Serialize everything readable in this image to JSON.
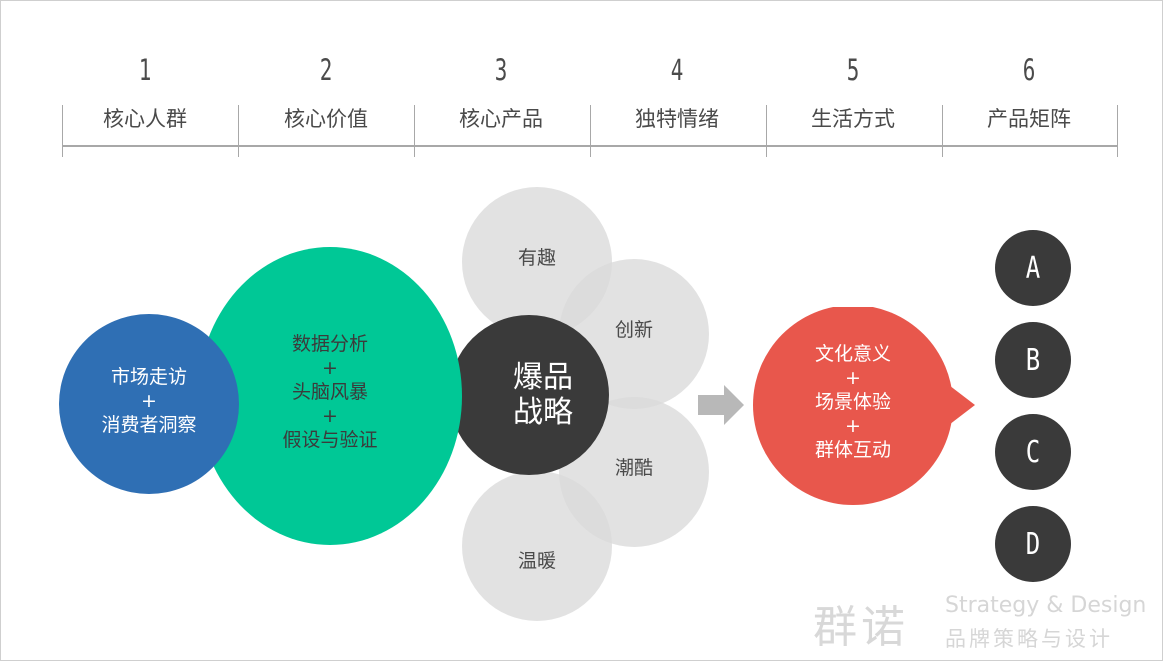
{
  "steps": [
    {
      "num": "1",
      "label": "核心人群"
    },
    {
      "num": "2",
      "label": "核心价值"
    },
    {
      "num": "3",
      "label": "核心产品"
    },
    {
      "num": "4",
      "label": "独特情绪"
    },
    {
      "num": "5",
      "label": "生活方式"
    },
    {
      "num": "6",
      "label": "产品矩阵"
    }
  ],
  "blue_circle": {
    "line1": "市场走访",
    "plus": "+",
    "line2": "消费者洞察"
  },
  "green_circle": {
    "line1": "数据分析",
    "plus1": "+",
    "line2": "头脑风暴",
    "plus2": "+",
    "line3": "假设与验证"
  },
  "dark_circle": {
    "line1": "爆品",
    "line2": "战略"
  },
  "petals": {
    "top": "有趣",
    "upper_right": "创新",
    "lower_right": "潮酷",
    "bottom": "温暖"
  },
  "red_bubble": {
    "line1": "文化意义",
    "plus1": "+",
    "line2": "场景体验",
    "plus2": "+",
    "line3": "群体互动"
  },
  "matrix": [
    "A",
    "B",
    "C",
    "D"
  ],
  "watermark": {
    "brand_cn": "群诺",
    "brand_en": "Strategy & Design",
    "brand_sub": "品牌策略与设计"
  },
  "colors": {
    "blue": "#2f6fb4",
    "green": "#00c896",
    "dark": "#3a3a3a",
    "red": "#e8574c",
    "petal": "#dadada",
    "arrow": "#b8b8b8"
  }
}
